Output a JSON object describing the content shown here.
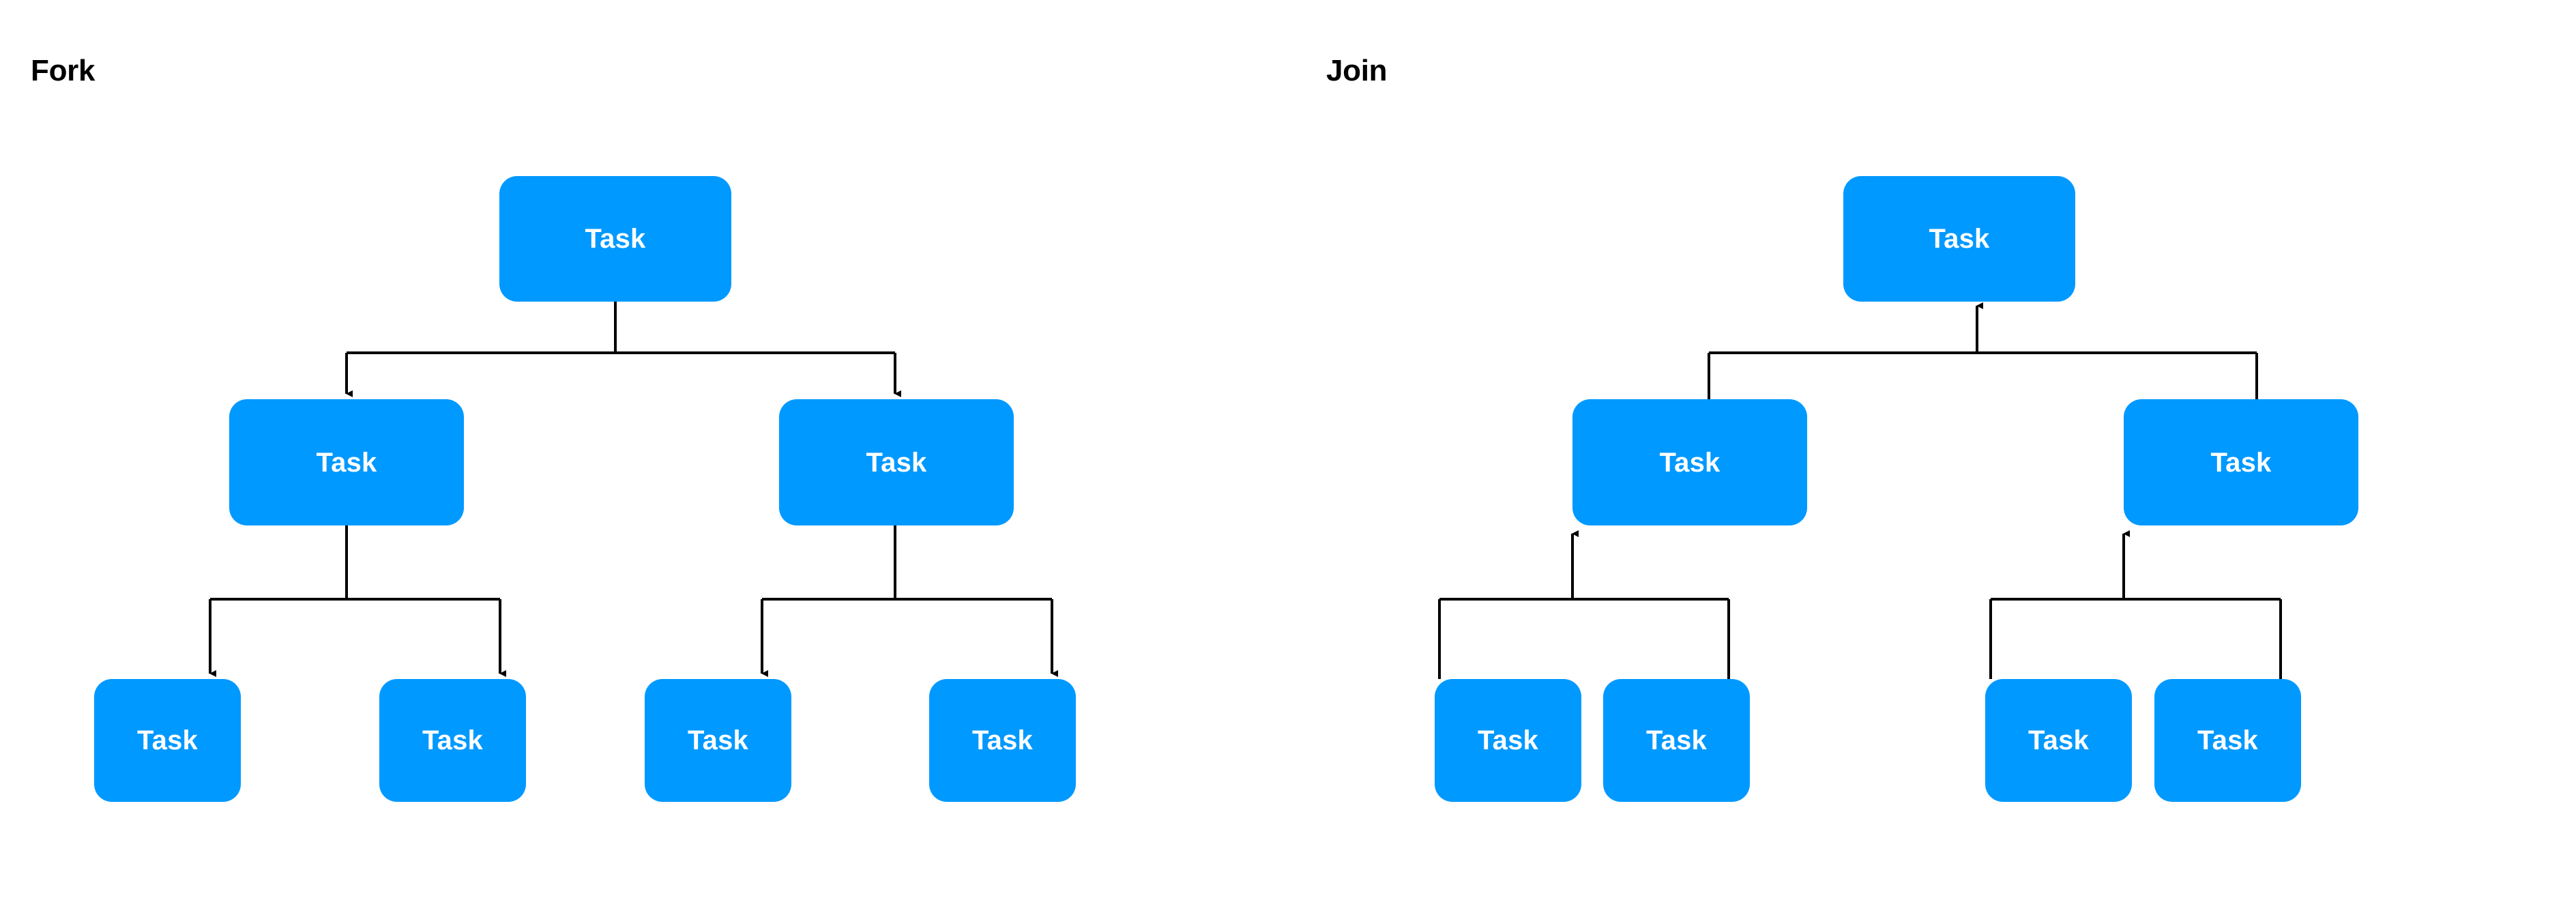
{
  "page": {
    "background": "#ffffff",
    "node_color": "#0099ff",
    "node_text_color": "#ffffff",
    "edge_color": "#000000",
    "title_color": "#000000"
  },
  "diagrams": [
    {
      "id": "fork",
      "title": "Fork",
      "direction": "top-down",
      "arrow_direction": "down",
      "nodes": {
        "root": {
          "label": "Task"
        },
        "level1": [
          {
            "label": "Task"
          },
          {
            "label": "Task"
          }
        ],
        "level2": [
          {
            "label": "Task"
          },
          {
            "label": "Task"
          },
          {
            "label": "Task"
          },
          {
            "label": "Task"
          }
        ]
      }
    },
    {
      "id": "join",
      "title": "Join",
      "direction": "bottom-up",
      "arrow_direction": "up",
      "nodes": {
        "root": {
          "label": "Task"
        },
        "level1": [
          {
            "label": "Task"
          },
          {
            "label": "Task"
          }
        ],
        "level2": [
          {
            "label": "Task"
          },
          {
            "label": "Task"
          },
          {
            "label": "Task"
          },
          {
            "label": "Task"
          }
        ]
      }
    }
  ]
}
